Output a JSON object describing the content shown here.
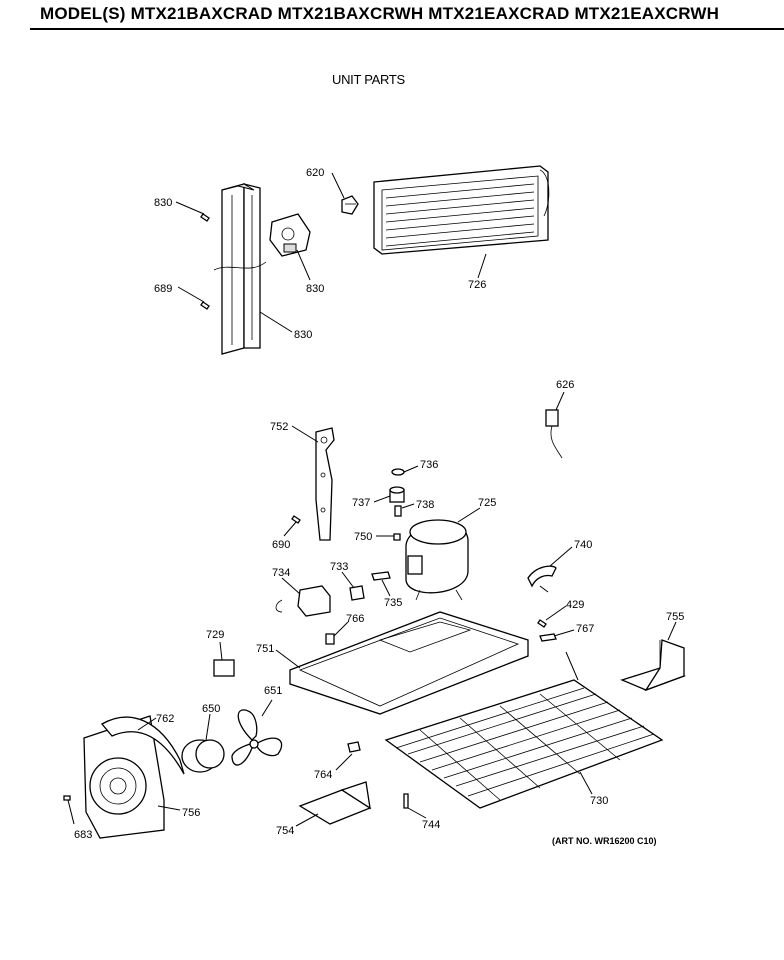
{
  "header": {
    "models_label": "MODEL(S) MTX21BAXCRAD  MTX21BAXCRWH  MTX21EAXCRAD  MTX21EAXCRWH"
  },
  "subtitle": "UNIT PARTS",
  "art_no": "(ART NO. WR16200 C10)",
  "labels": {
    "p620": "620",
    "p830a": "830",
    "p830b": "830",
    "p830c": "830",
    "p689": "689",
    "p726": "726",
    "p626": "626",
    "p752": "752",
    "p736": "736",
    "p737": "737",
    "p738": "738",
    "p725": "725",
    "p750": "750",
    "p690": "690",
    "p740": "740",
    "p734": "734",
    "p733": "733",
    "p735": "735",
    "p429": "429",
    "p755": "755",
    "p767": "767",
    "p729": "729",
    "p766": "766",
    "p751": "751",
    "p762": "762",
    "p650": "650",
    "p651": "651",
    "p764": "764",
    "p730": "730",
    "p756": "756",
    "p683": "683",
    "p754": "754",
    "p744": "744"
  }
}
